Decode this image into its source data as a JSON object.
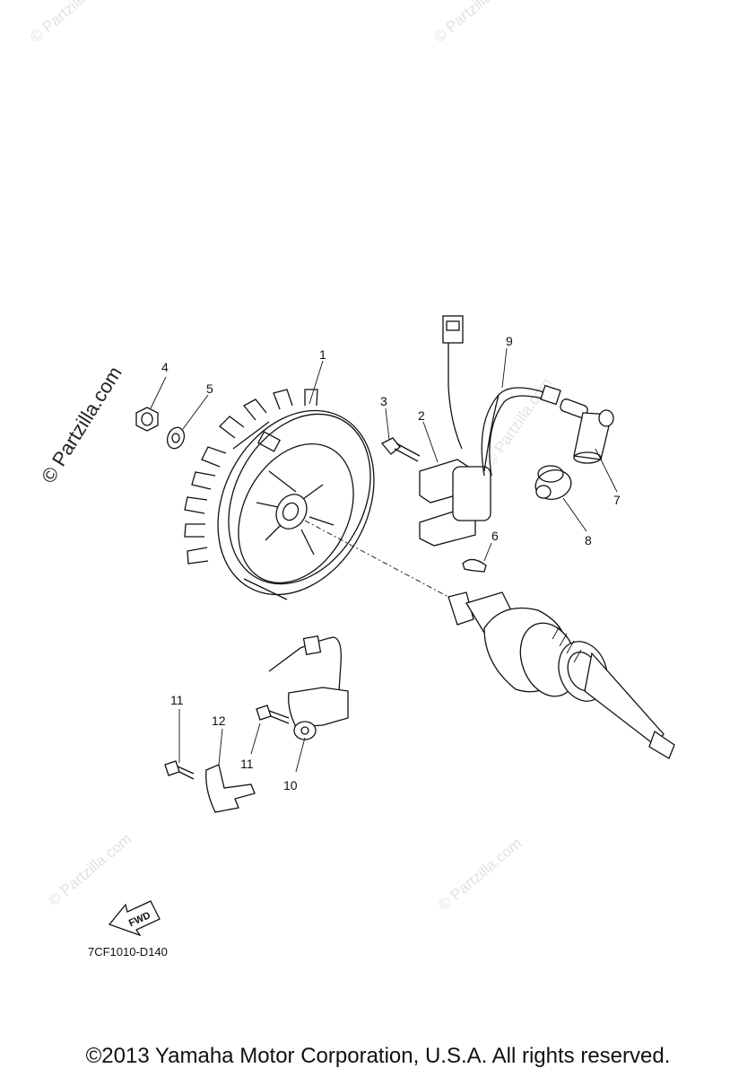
{
  "diagram": {
    "part_number": "7CF1010-D140",
    "copyright": "©2013 Yamaha Motor Corporation, U.S.A. All rights reserved.",
    "direction_arrow_label": "FWD",
    "watermark": "© Partzilla.com",
    "callouts": [
      "1",
      "2",
      "3",
      "4",
      "5",
      "6",
      "7",
      "8",
      "9",
      "10",
      "11",
      "11",
      "12"
    ]
  },
  "icons": {
    "flywheel": "flywheel-rotor-icon",
    "ignition_coil": "ignition-coil-icon",
    "bolt": "bolt-icon",
    "nut": "nut-icon",
    "washer": "washer-icon",
    "key": "woodruff-key-icon",
    "plug_cap": "spark-plug-cap-icon",
    "grommet": "grommet-icon",
    "lead": "high-tension-lead-icon",
    "pulser": "pulser-coil-icon",
    "bracket": "bracket-icon",
    "crankshaft": "crankshaft-icon",
    "arrow": "fwd-arrow-icon"
  },
  "colors": {
    "line": "#111111",
    "watermark": "#d9d9d9",
    "background": "#ffffff"
  }
}
